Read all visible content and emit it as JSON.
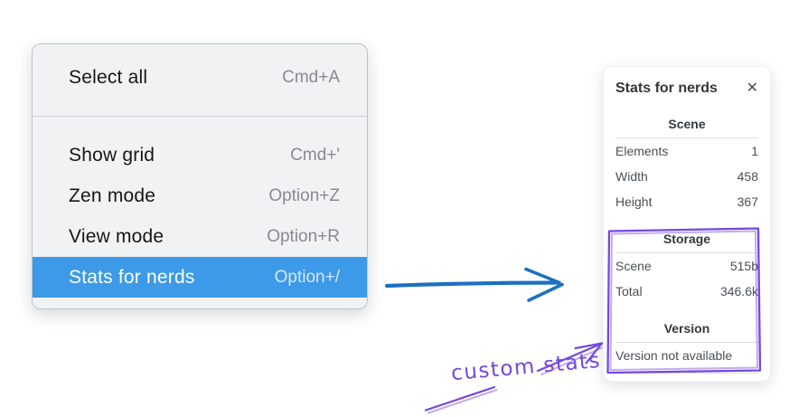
{
  "colors": {
    "menu_highlight": "#3d9ae8",
    "menu_bg": "#f1f2f4",
    "arrow_blue": "#1c70c0",
    "annotation_purple": "#7448e0"
  },
  "context_menu": {
    "items": [
      {
        "label": "Select all",
        "shortcut": "Cmd+A"
      },
      {
        "label": "Show grid",
        "shortcut": "Cmd+'"
      },
      {
        "label": "Zen mode",
        "shortcut": "Option+Z"
      },
      {
        "label": "View mode",
        "shortcut": "Option+R"
      },
      {
        "label": "Stats for nerds",
        "shortcut": "Option+/"
      }
    ],
    "selected_item": "Stats for nerds"
  },
  "stats_panel": {
    "title": "Stats for nerds",
    "close_icon": "✕",
    "sections": [
      {
        "heading": "Scene",
        "rows": [
          {
            "label": "Elements",
            "value": "1"
          },
          {
            "label": "Width",
            "value": "458"
          },
          {
            "label": "Height",
            "value": "367"
          }
        ]
      },
      {
        "heading": "Storage",
        "rows": [
          {
            "label": "Scene",
            "value": "515b"
          },
          {
            "label": "Total",
            "value": "346.6k"
          }
        ]
      },
      {
        "heading": "Version",
        "rows": [
          {
            "label": "Version not available",
            "value": ""
          }
        ]
      }
    ]
  },
  "annotation": {
    "label": "custom stats"
  }
}
